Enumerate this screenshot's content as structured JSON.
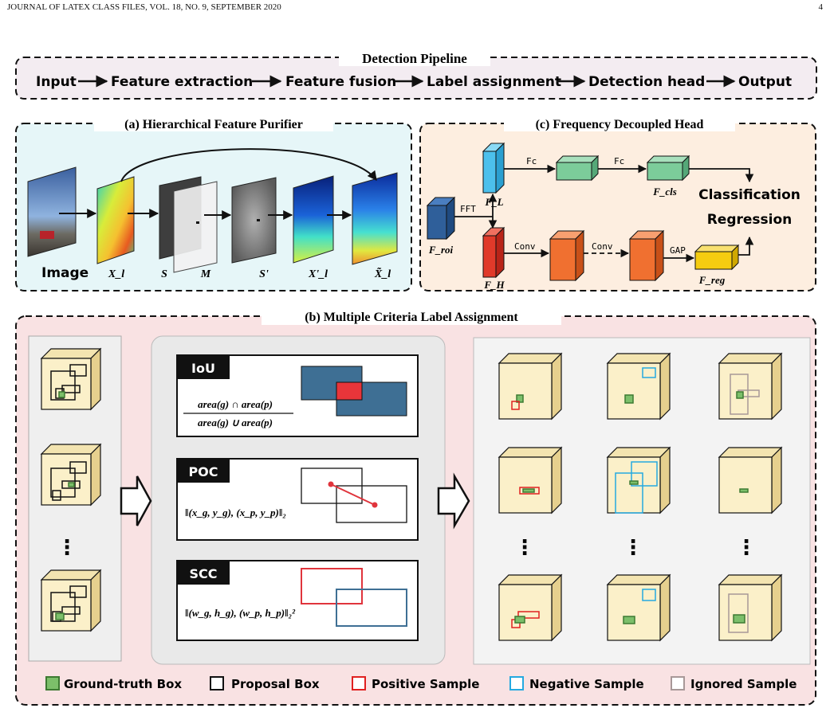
{
  "header": {
    "left": "JOURNAL OF LATEX CLASS FILES, VOL. 18, NO. 9, SEPTEMBER 2020",
    "right": "4"
  },
  "pipeline": {
    "title": "Detection Pipeline",
    "steps": [
      "Input",
      "Feature extraction",
      "Feature fusion",
      "Label assignment",
      "Detection head",
      "Output"
    ]
  },
  "panel_a": {
    "title": "(a) Hierarchical Feature Purifier",
    "image_label": "Image",
    "labels": [
      "X_l",
      "S",
      "M",
      "S'",
      "X'_l",
      "X̃_l"
    ]
  },
  "panel_c": {
    "title": "(c) Frequency Decoupled Head",
    "fft": "FFT",
    "fc1": "Fc",
    "fc2": "Fc",
    "conv1": "Conv",
    "conv2": "Conv",
    "gap": "GAP",
    "f_roi": "F_roi",
    "f_l": "F_L",
    "f_h": "F_H",
    "f_cls": "F_cls",
    "f_reg": "F_reg",
    "classification": "Classification",
    "regression": "Regression"
  },
  "panel_b": {
    "title": "(b) Multiple Criteria Label Assignment",
    "dots": "⋮",
    "iou": {
      "tag": "IoU",
      "num": "area(g) ∩ area(p)",
      "den": "area(g) ∪ area(p)"
    },
    "poc": {
      "tag": "POC",
      "formula": "‖(x_g, y_g), (x_p, y_p)‖₂"
    },
    "scc": {
      "tag": "SCC",
      "formula": "‖(w_g, h_g), (w_p, h_p)‖₂²"
    }
  },
  "legend": {
    "gt": "Ground-truth Box",
    "proposal": "Proposal Box",
    "positive": "Positive Sample",
    "negative": "Negative Sample",
    "ignored": "Ignored Sample"
  },
  "colors": {
    "gt_fill": "#7cbf6a",
    "gt_stroke": "#3d7a32",
    "positive": "#e02020",
    "negative": "#25a9e0",
    "ignored": "#a89898",
    "cube": "#fbf0c9"
  }
}
